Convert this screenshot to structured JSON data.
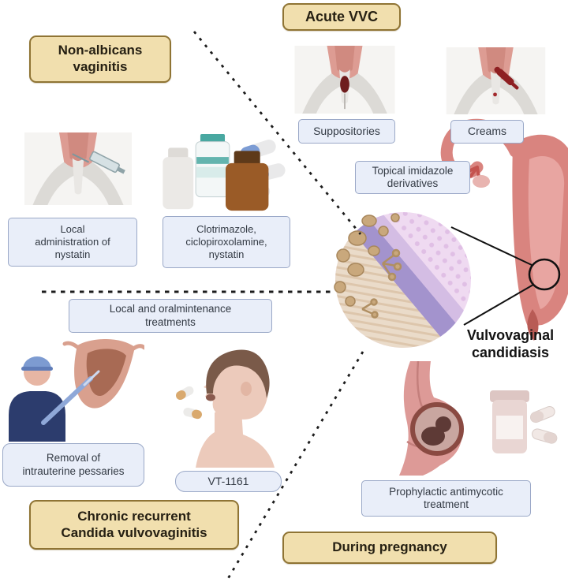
{
  "diagram_title": "Vulvovaginal\ncandidiasis",
  "category_labels": {
    "acute_vvc": "Acute VVC",
    "non_albicans": "Non-albicans\nvaginitis",
    "chronic_recurrent": "Chronic recurrent\nCandida vulvovaginitis",
    "during_pregnancy": "During pregnancy"
  },
  "treatment_labels": {
    "suppositories": "Suppositories",
    "creams": "Creams",
    "topical_imidazole": "Topical imidazole\nderivatives",
    "local_nystatin": "Local\nadministration of\nnystatin",
    "clotrimazole_list": "Clotrimazole,\nciclopiroxolamine,\nnystatin",
    "local_oral_maintenance": "Local and oralmintenance\ntreatments",
    "removal_pessaries": "Removal of\nintrauterine pessaries",
    "vt_1161": "VT-1161",
    "prophylactic": "Prophylactic antimycotic\ntreatment"
  },
  "illustrations": {
    "suppository_insertion": "vulva-with-suppository-illustration",
    "cream_application": "vulva-with-cream-applicator-illustration",
    "nystatin_injection": "vulva-with-syringe-illustration",
    "antifungal_medications": "medicine-bottles-and-capsules-illustration",
    "uterus_anatomy": "uterus-and-vagina-illustration",
    "candida_magnified": "magnified-vaginal-wall-with-candida-illustration",
    "pessary_removal": "surgeon-removing-intrauterine-pessary-illustration",
    "oral_treatment": "man-swallowing-capsules-illustration",
    "pregnancy": "pregnant-abdomen-with-fetus-illustration",
    "antimycotic_pills": "pill-bottle-and-capsules-illustration"
  },
  "colors": {
    "category_box_bg": "#f1dfae",
    "category_box_border": "#8f7434",
    "treatment_box_bg": "#e9eef9",
    "treatment_box_border": "#9aa8c7",
    "text": "#262013",
    "divider": "#1c1c1c",
    "anatomy_pink": "#d9847f",
    "candida_tan": "#c9a87c",
    "surgeon_navy": "#2c3c6d"
  }
}
